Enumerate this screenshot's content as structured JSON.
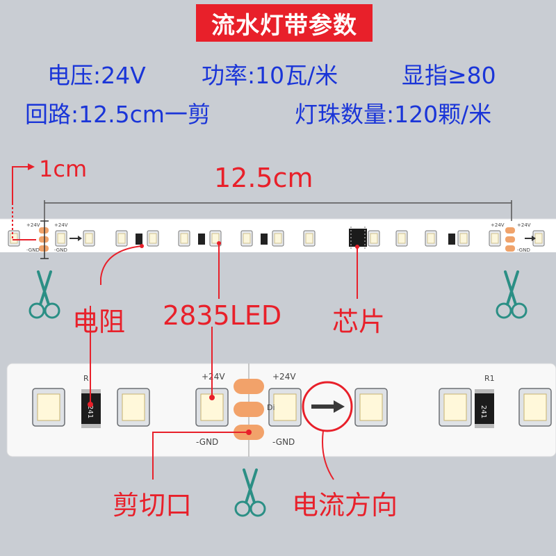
{
  "title": "流水灯带参数",
  "specs": {
    "voltage": "电压:24V",
    "power": "功率:10瓦/米",
    "cri": "显指≥80",
    "circuit": "回路:12.5cm一剪",
    "led_count": "灯珠数量:120颗/米"
  },
  "dimensions": {
    "small": "1cm",
    "segment": "12.5cm"
  },
  "labels": {
    "resistor": "电阻",
    "led": "2835LED",
    "chip": "芯片",
    "cut_mark": "剪切口",
    "current_direction": "电流方向"
  },
  "pcb_text": {
    "plus24v": "+24V",
    "gnd": "-GND",
    "resistor_code": "241",
    "r1": "R1",
    "r": "R",
    "di": "Di"
  },
  "colors": {
    "title_bg": "#e8202a",
    "spec_text": "#1a35d8",
    "annotation": "#e8202a"
  }
}
